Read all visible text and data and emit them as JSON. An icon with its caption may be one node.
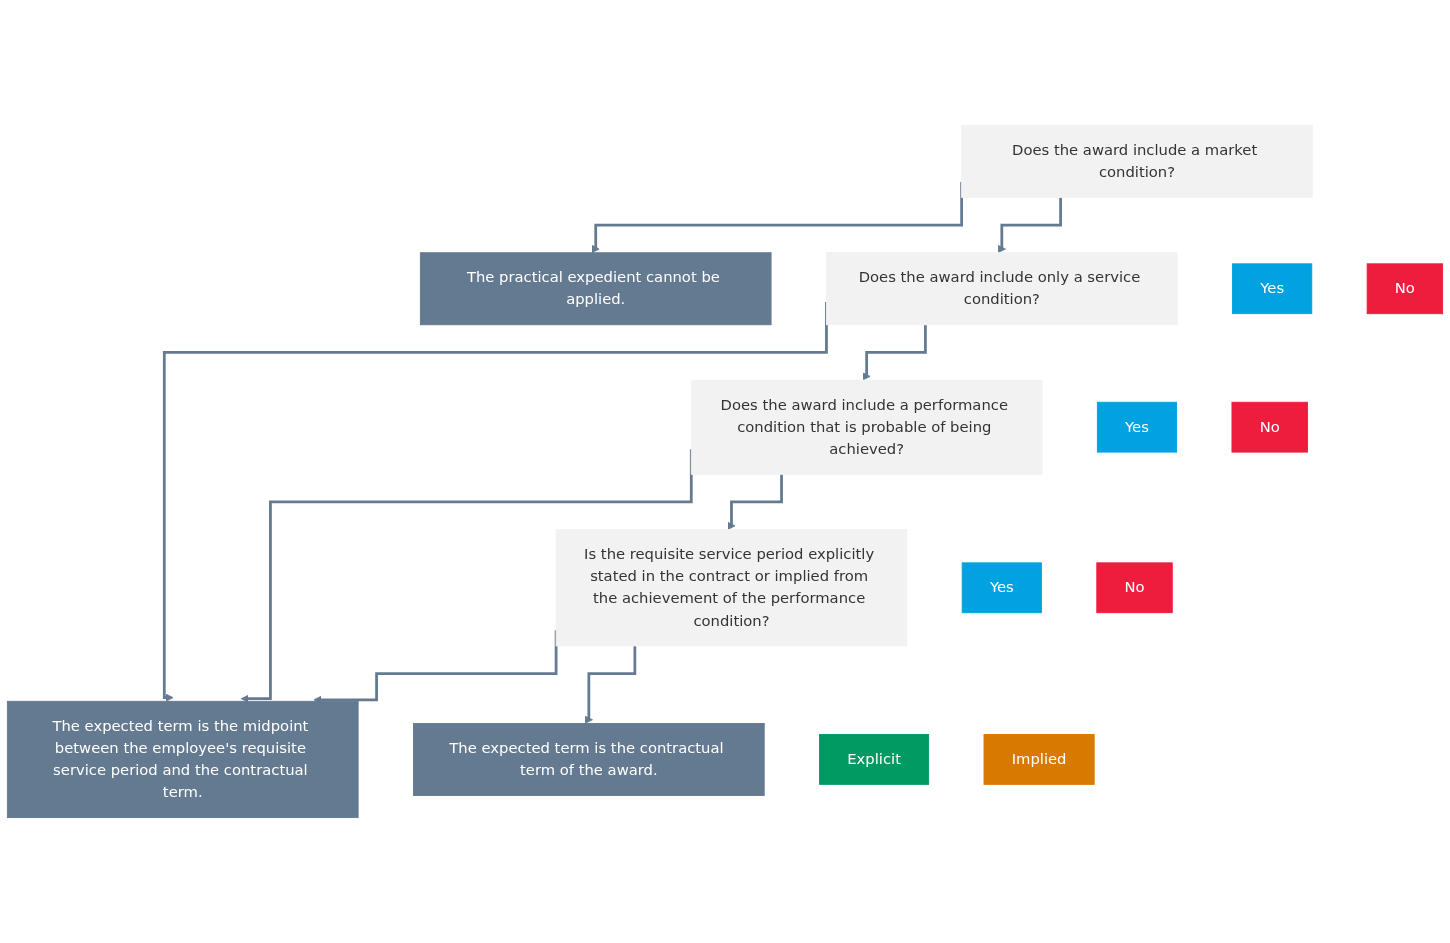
{
  "diagram": {
    "nodes": [
      {
        "text": [
          "Does the award include a market condition?"
        ]
      },
      {
        "text": [
          "Yes"
        ]
      },
      {
        "text": [
          "The practical expedient cannot be applied."
        ]
      },
      {
        "text": [
          "No"
        ]
      },
      {
        "text": [
          "Does the award include only a service condition?"
        ]
      },
      {
        "text": [
          "Yes"
        ]
      },
      {
        "text": [
          "No"
        ]
      },
      {
        "text": [
          "Does the award include a performance condition that is probable of being achieved?"
        ]
      },
      {
        "text": [
          "Yes"
        ]
      },
      {
        "text": [
          "No"
        ]
      },
      {
        "text": [
          "Is the requisite service period explicitly stated in the contract or implied from the achievement of the performance condition?"
        ]
      },
      {
        "text": [
          "Explicit"
        ]
      },
      {
        "text": [
          "Implied"
        ]
      },
      {
        "text": [
          "The expected term is the contractual term of the award."
        ]
      },
      {
        "text": [
          "The expected term is the midpoint between the employee's requisite service period and the contractual term."
        ]
      }
    ],
    "edges": [
      {
        "from": 0,
        "to": 2,
        "arrow": "to"
      },
      {
        "from": 0,
        "to": 4,
        "arrow": "to"
      },
      {
        "from": 4,
        "to": 14,
        "arrow": "to"
      },
      {
        "from": 4,
        "to": 7,
        "arrow": "to"
      },
      {
        "from": 7,
        "to": 14,
        "arrow": "to"
      },
      {
        "from": 7,
        "to": 10,
        "arrow": "to"
      },
      {
        "from": 10,
        "to": 14,
        "arrow": "to"
      },
      {
        "from": 10,
        "to": 13,
        "arrow": "to"
      }
    ]
  }
}
